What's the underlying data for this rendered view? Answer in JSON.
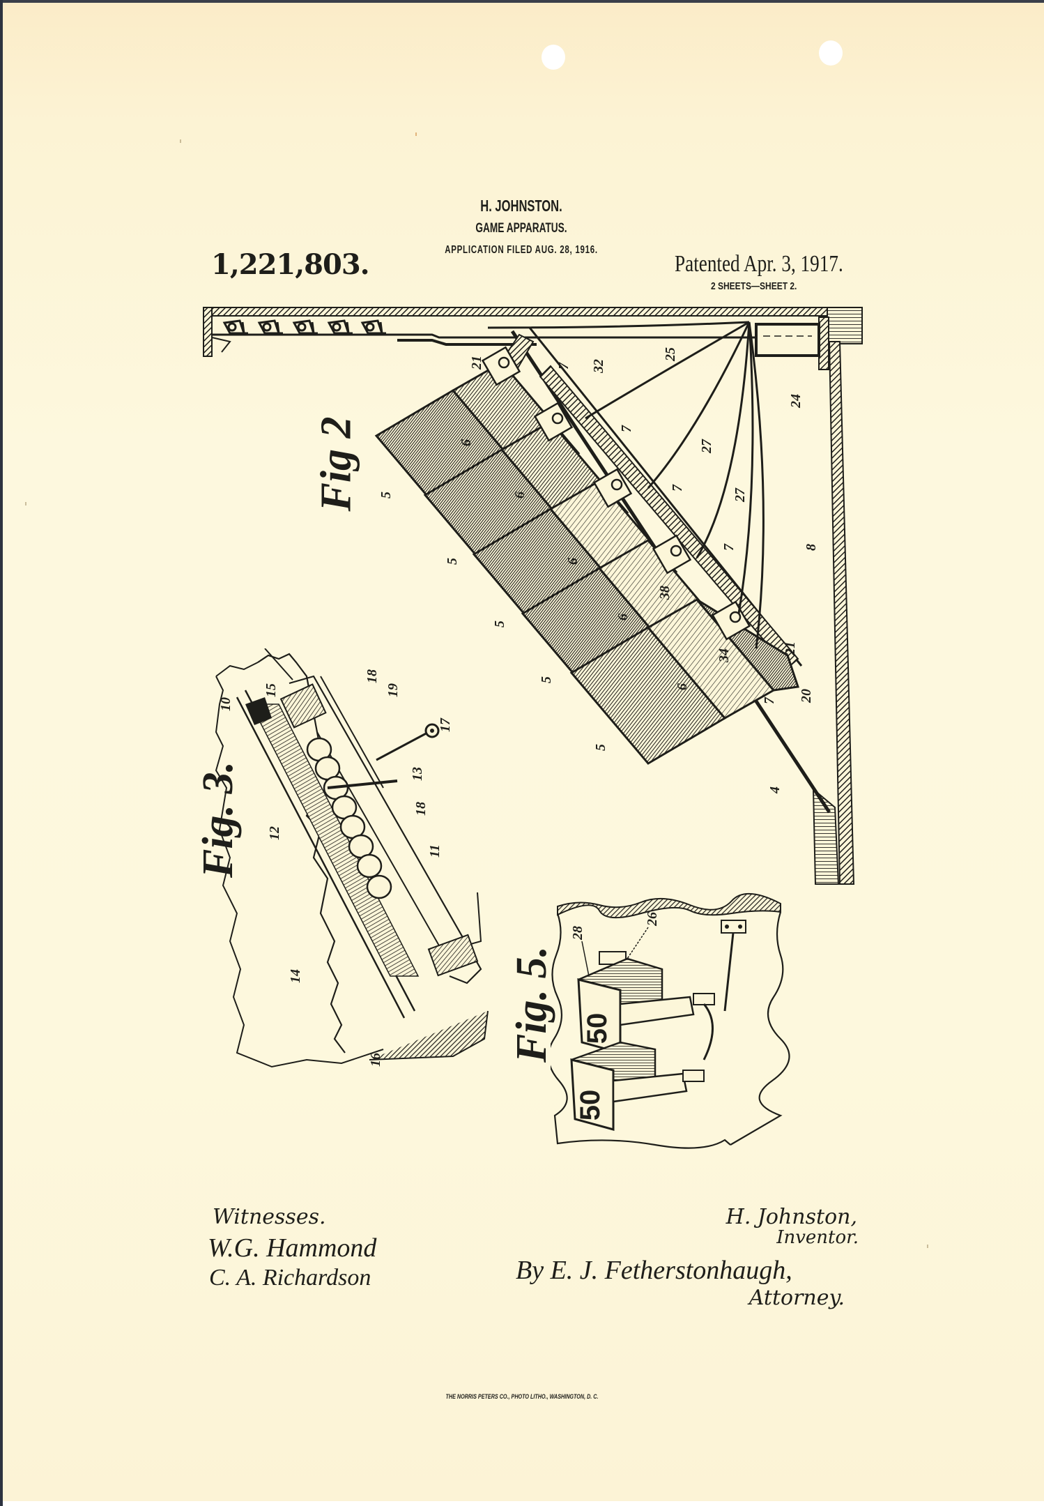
{
  "document": {
    "type": "US Patent drawing sheet",
    "inventor_header": "H. JOHNSTON.",
    "title": "GAME APPARATUS.",
    "application_filed": "APPLICATION FILED AUG. 28, 1916.",
    "patent_number": "1,221,803.",
    "patented_date": "Patented Apr. 3, 1917.",
    "sheet_info": "2 SHEETS—SHEET 2.",
    "colors": {
      "paper": "#fcf6d9",
      "ink": "#1e1e1a",
      "hole": "#ffffff"
    }
  },
  "figures": {
    "fig2": {
      "label": "Fig 2",
      "reference_numerals": [
        "4",
        "5",
        "5",
        "5",
        "5",
        "5",
        "6",
        "6",
        "6",
        "6",
        "6",
        "7",
        "7",
        "7",
        "7",
        "7",
        "8",
        "20",
        "21",
        "21",
        "24",
        "25",
        "27",
        "27",
        "32",
        "34",
        "38"
      ]
    },
    "fig3": {
      "label": "Fig. 3.",
      "reference_numerals": [
        "10",
        "11",
        "12",
        "13",
        "14",
        "15",
        "16",
        "17",
        "18",
        "18",
        "19"
      ]
    },
    "fig5": {
      "label": "Fig. 5.",
      "reference_numerals": [
        "26",
        "28"
      ],
      "display_values": [
        "50",
        "50"
      ]
    }
  },
  "signatures": {
    "witnesses_label": "Witnesses.",
    "witness_1": "W.G. Hammond",
    "witness_2": "C. A. Richardson",
    "inventor_name": "H. Johnston,",
    "inventor_role": "Inventor.",
    "attorney_signature": "By E. J. Fetherstonhaugh,",
    "attorney_role": "Attorney."
  },
  "footer": {
    "printer": "THE NORRIS PETERS CO., PHOTO LITHO., WASHINGTON, D. C."
  }
}
